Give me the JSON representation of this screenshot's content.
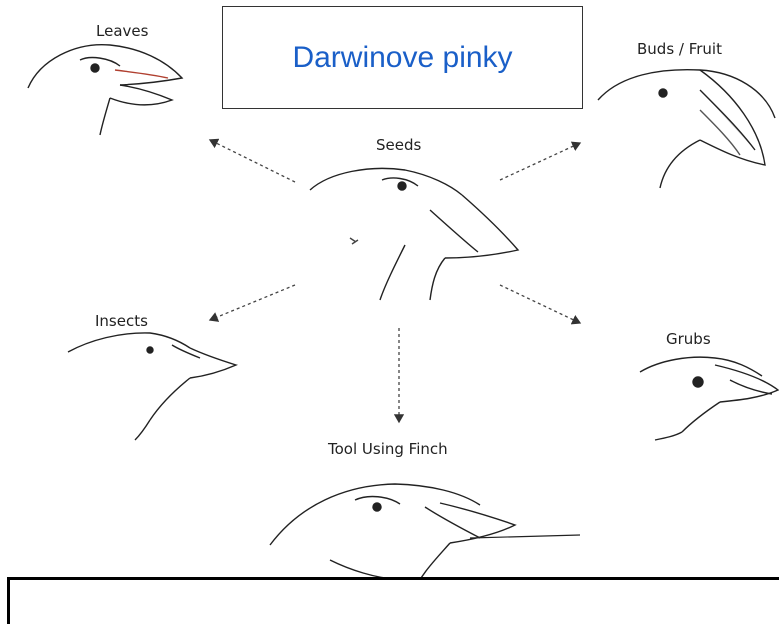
{
  "title": "Darwinove pinky",
  "labels": {
    "leaves": "Leaves",
    "buds_fruit": "Buds / Fruit",
    "seeds": "Seeds",
    "insects": "Insects",
    "grubs": "Grubs",
    "tool_using": "Tool Using Finch"
  },
  "colors": {
    "title_text": "#1a5fc8",
    "ink": "#222222"
  }
}
